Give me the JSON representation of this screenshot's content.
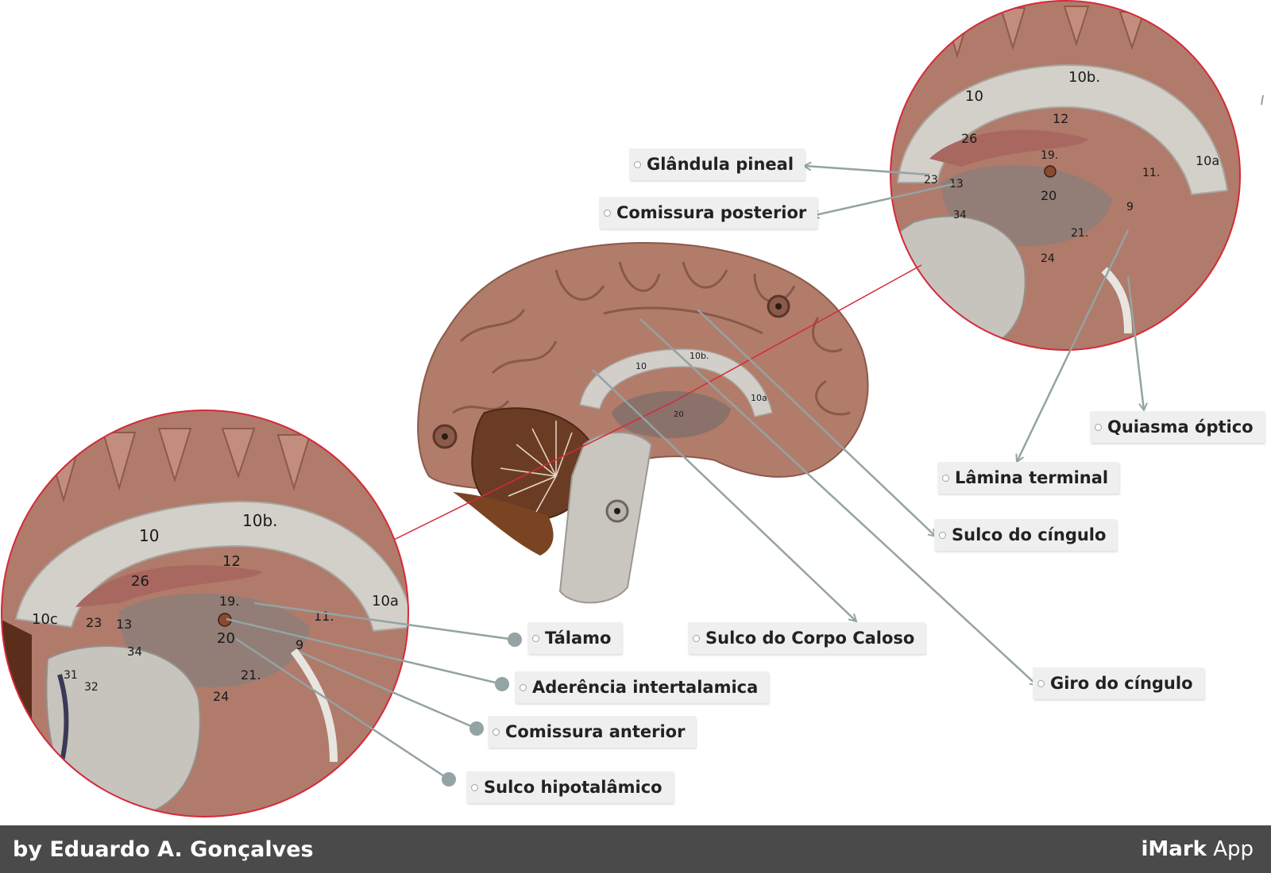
{
  "labels": {
    "glandula_pineal": "Glândula pineal",
    "comissura_posterior": "Comissura posterior",
    "quiasma_optico": "Quiasma óptico",
    "lamina_terminal": "Lâmina terminal",
    "sulco_cingulo": "Sulco do cíngulo",
    "talamo": "Tálamo",
    "sulco_corpo_caloso": "Sulco do Corpo Caloso",
    "giro_cingulo": "Giro do cíngulo",
    "aderencia_intertalamica": "Aderência intertalamica",
    "comissura_anterior": "Comissura anterior",
    "sulco_hipotalamico": "Sulco hipotalâmico"
  },
  "model_numbers": {
    "n10": "10",
    "n10b": "10b.",
    "n12": "12",
    "n26": "26",
    "n19": "19.",
    "n20": "20",
    "n10a": "10a",
    "n11": "11.",
    "n10c": "10c",
    "n23": "23",
    "n13": "13",
    "n9": "9",
    "n21": "21.",
    "n24": "24",
    "n34": "34",
    "n31": "31",
    "n32": "32"
  },
  "footer": {
    "author": "by Eduardo A. Gonçalves",
    "brand_bold": "iMark",
    "brand_suffix": " App"
  },
  "colors": {
    "brain": "#b27c6a",
    "brain_dark": "#8a5a4a",
    "callosum": "#d2cfca",
    "zoom_circle": "#d42a3a",
    "leader_line": "#94a3a3",
    "footer_bg": "#4a4a4a"
  }
}
